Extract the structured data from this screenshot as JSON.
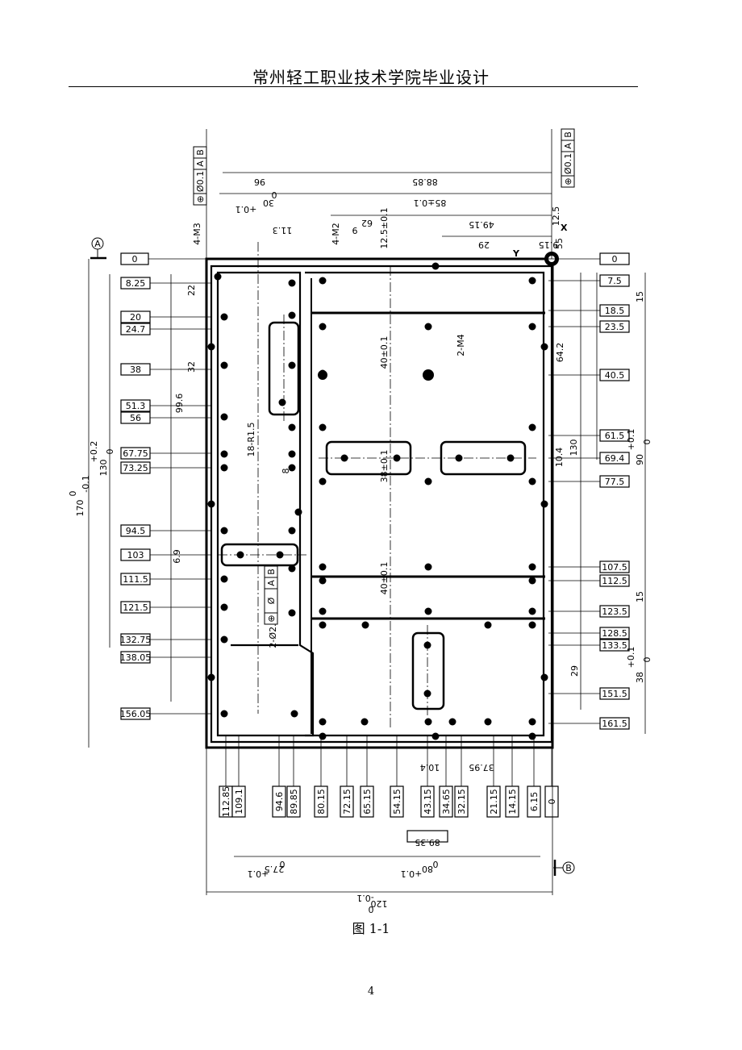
{
  "header": {
    "title": "常州轻工职业技术学院毕业设计"
  },
  "figure": {
    "caption": "图 1-1",
    "page_number": "4",
    "datum_a": "A",
    "datum_b": "B",
    "axis_x": "X",
    "axis_y": "Y",
    "tol_frame_left": [
      "⊕",
      "Ø0.1",
      "A",
      "B"
    ],
    "tol_frame_right": [
      "⊕",
      "Ø0.1",
      "A",
      "B"
    ],
    "tol_frame_mid": [
      "⊕",
      "Ø",
      "A",
      "B"
    ],
    "left_boxes": [
      "0",
      "8.25",
      "20",
      "24.7",
      "38",
      "51.3",
      "56",
      "67.75",
      "73.25",
      "94.5",
      "103",
      "111.5",
      "121.5",
      "132.75",
      "138.05",
      "156.05"
    ],
    "right_boxes": [
      "0",
      "7.5",
      "18.5",
      "23.5",
      "40.5",
      "61.5",
      "69.4",
      "77.5",
      "107.5",
      "112.5",
      "123.5",
      "128.5",
      "133.5",
      "151.5",
      "161.5"
    ],
    "bottom_boxes": [
      "112.85",
      "109.1",
      "94.6",
      "89.85",
      "80.15",
      "72.15",
      "65.15",
      "54.15",
      "43.15",
      "34.65",
      "32.15",
      "21.15",
      "14.15",
      "6.15",
      "0"
    ],
    "top_dims": [
      "96",
      "88.85",
      "30",
      "+0.1",
      "0",
      "85±0.1",
      "11.3",
      "4-M3",
      "4-M2",
      "6",
      "12.5±0.1",
      "62",
      "49.15",
      "29",
      "9.15",
      "12.5",
      "55"
    ],
    "inner_dims": [
      "22",
      "32",
      "99.6",
      "18-R1.5",
      "8",
      "6.9",
      "40±0.1",
      "2-M4",
      "38±0.1",
      "40±0.1",
      "2-Ø2.8",
      "64.2",
      "10.4",
      "130",
      "15",
      "15",
      "29"
    ],
    "left_side_dims": [
      "170",
      "-0.1",
      "0",
      "130",
      "+0.2",
      "0"
    ],
    "right_side_dims": [
      "90",
      "+0.1",
      "0",
      "38",
      "+0.1",
      "0"
    ],
    "bottom_dims": [
      "10.4",
      "37.95",
      "89.35",
      "27.5",
      "+0.1",
      "0",
      "80",
      "+0.1",
      "0",
      "120",
      "-0.1",
      "0"
    ]
  }
}
